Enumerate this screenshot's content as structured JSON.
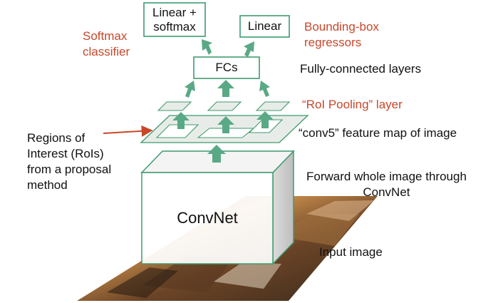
{
  "colors": {
    "box_stroke": "#3f9a6f",
    "arrow_fill": "#5aa986",
    "annotation_red": "#c8472a",
    "text_dark": "#111111",
    "feature_map_fill": "#e8ece8"
  },
  "boxes": {
    "linear_softmax": "Linear +\nsoftmax",
    "linear": "Linear",
    "fcs": "FCs",
    "convnet": "ConvNet"
  },
  "labels": {
    "softmax_classifier": "Softmax\nclassifier",
    "bbox_regressors": "Bounding-box\nregressors",
    "fully_connected": "Fully-connected layers",
    "roi_pooling": "“RoI Pooling” layer",
    "conv5": "“conv5” feature map of image",
    "rois": "Regions of\nInterest (RoIs)\nfrom a proposal\nmethod",
    "forward": "Forward whole image through\nConvNet",
    "input_image": "Input image"
  }
}
